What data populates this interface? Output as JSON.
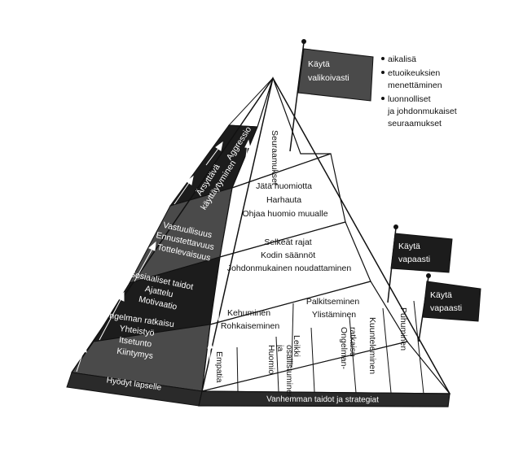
{
  "flags": {
    "select": "Käytä\nvalikoivasti",
    "free_1": "Käytä\nvapaasti",
    "free_2": "Käytä\nvapaasti"
  },
  "select_notes": [
    "aikalisä",
    "etuoikeuksien menettäminen",
    "luonnolliset ja johdonmukaiset seuraamukset"
  ],
  "right_face": {
    "top": "Seuraamukset",
    "tier2": [
      "Jätä huomiotta",
      "Harhauta",
      "Ohjaa huomio muualle"
    ],
    "tier3": [
      "Selkeät rajat",
      "Kodin säännöt",
      "Johdonmukainen noudattaminen"
    ],
    "tier4_left": [
      "Kehuminen",
      "Rohkaiseminen"
    ],
    "tier4_right": [
      "Palkitseminen",
      "Ylistäminen"
    ],
    "bottom_columns": [
      "Empatia",
      "Huomio ja osallistuminen",
      "Leikki",
      "Ongelman-ratkaisu",
      "Kuunteleminen",
      "Puhuminen"
    ],
    "base": "Vanhemman taidot ja strategiat"
  },
  "left_face": {
    "top": [
      "Aggressio"
    ],
    "tier2": [
      "Ärsyttävä",
      "käyttäytyminen"
    ],
    "tier3": [
      "Vastuullisuus",
      "Ennustettavuus",
      "Tottelevaisuus"
    ],
    "tier4": [
      "Sosiaaliset taidot",
      "Ajattelu",
      "Motivaatio"
    ],
    "tier5": [
      "Ongelman ratkaisu",
      "Yhteistyö",
      "Itsetunto",
      "Kiintymys"
    ],
    "base": "Hyödyt lapselle"
  },
  "colors": {
    "dark": "#1c1c1c",
    "mid": "#4a4a4a",
    "paper": "#ffffff",
    "ink": "#111111"
  }
}
